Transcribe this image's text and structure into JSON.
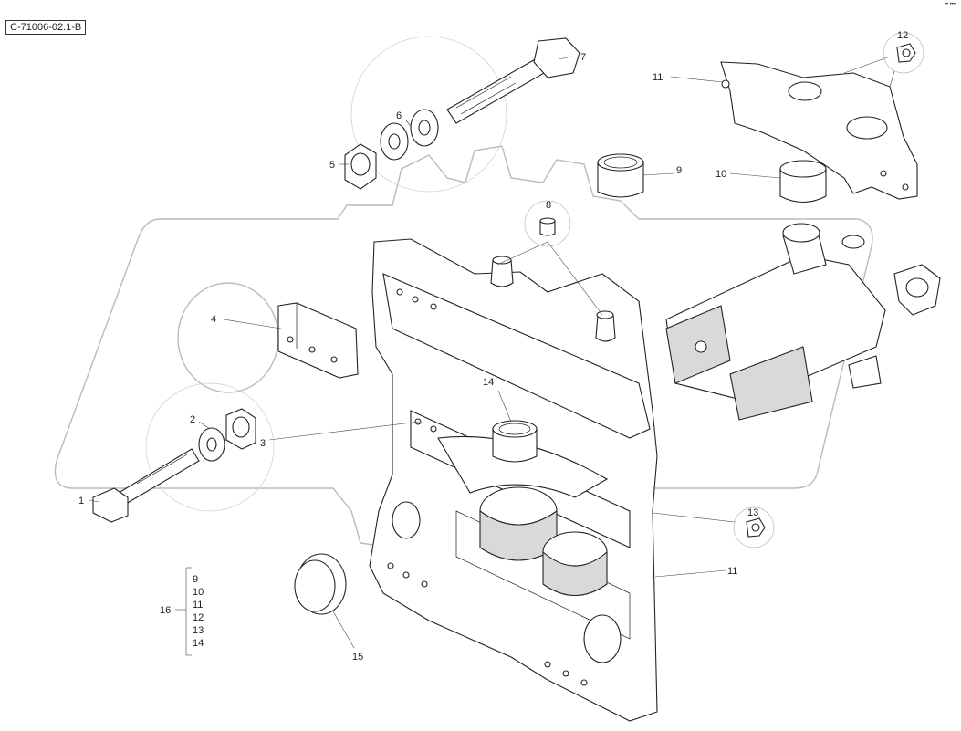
{
  "diagram": {
    "reference_code": "C-71006-02.1-B",
    "callouts": [
      "1",
      "2",
      "3",
      "4",
      "5",
      "6",
      "7",
      "8",
      "9",
      "10",
      "11",
      "11",
      "12",
      "13",
      "14",
      "15",
      "16"
    ],
    "group_16_items": [
      "9",
      "10",
      "11",
      "12",
      "13",
      "14"
    ],
    "corner_mark": "•• •••"
  }
}
